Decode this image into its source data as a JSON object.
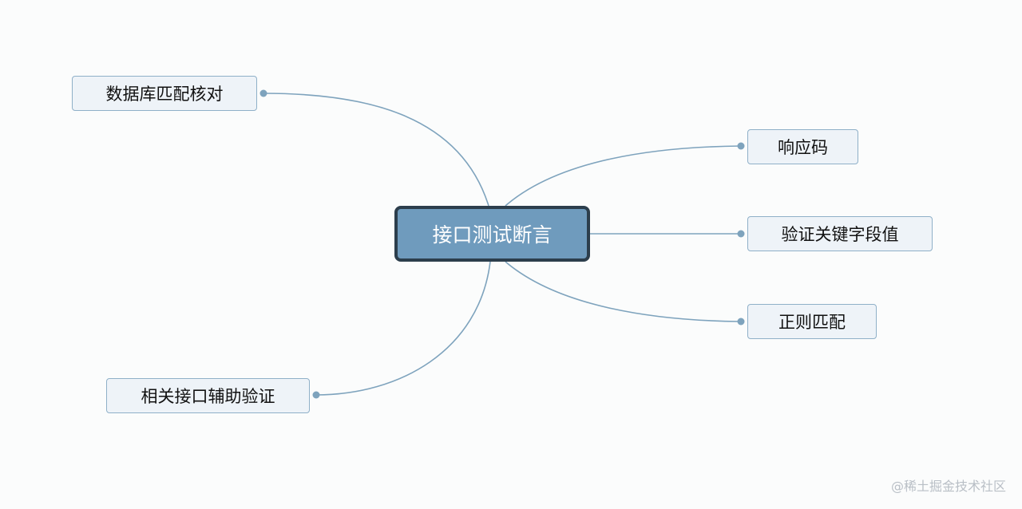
{
  "diagram": {
    "center": "接口测试断言",
    "branches": [
      {
        "id": "db",
        "label": "数据库匹配核对"
      },
      {
        "id": "code",
        "label": "响应码"
      },
      {
        "id": "field",
        "label": "验证关键字段值"
      },
      {
        "id": "regex",
        "label": "正则匹配"
      },
      {
        "id": "rel",
        "label": "相关接口辅助验证"
      }
    ]
  },
  "colors": {
    "line": "#7ea3bd",
    "center_fill": "#6f9bbd",
    "center_border": "#2c3e4c",
    "child_fill": "#eef3f8",
    "child_border": "#8fb0c8"
  },
  "watermark": "@稀土掘金技术社区"
}
